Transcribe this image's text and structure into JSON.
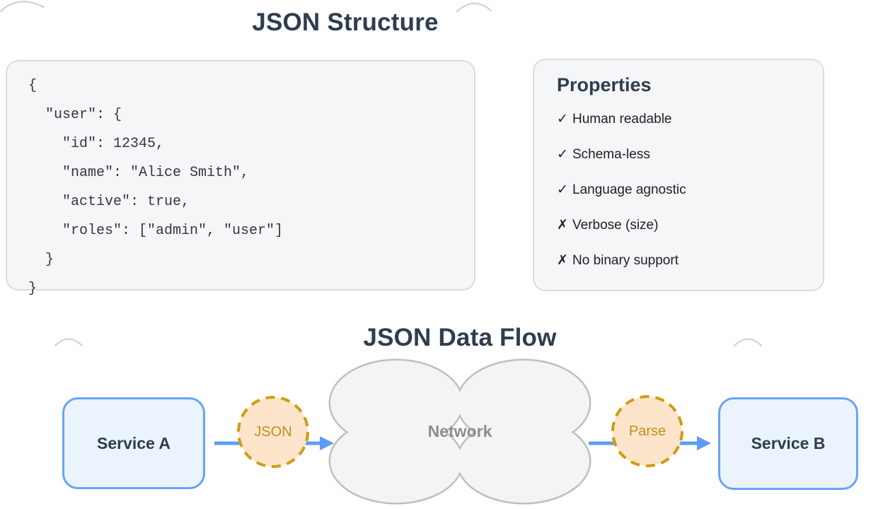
{
  "structure": {
    "title": "JSON Structure",
    "code": [
      "{",
      "  \"user\": {",
      "    \"id\": 12345,",
      "    \"name\": \"Alice Smith\",",
      "    \"active\": true,",
      "    \"roles\": [\"admin\", \"user\"]",
      "  }",
      "}"
    ]
  },
  "properties": {
    "title": "Properties",
    "items": [
      {
        "mark": "✓",
        "label": "Human readable"
      },
      {
        "mark": "✓",
        "label": "Schema-less"
      },
      {
        "mark": "✓",
        "label": "Language agnostic"
      },
      {
        "mark": "✗",
        "label": "Verbose (size)"
      },
      {
        "mark": "✗",
        "label": "No binary support"
      }
    ]
  },
  "flow": {
    "title": "JSON Data Flow",
    "service_a": {
      "label": "Service A"
    },
    "json_node": {
      "label": "JSON"
    },
    "network": {
      "label": "Network"
    },
    "parse_node": {
      "label": "Parse"
    },
    "service_b": {
      "label": "Service B"
    }
  },
  "colors": {
    "heading_navy": "#2e3d4f",
    "panel_background": "#f5f6f8",
    "panel_border": "#d8dde2",
    "service_fill": "#ebf3fc",
    "service_border": "#68a4f4",
    "arrow_blue": "#5b9cf6",
    "node_fill": "#fce5cb",
    "node_dash": "#d09c12",
    "node_text": "#bf9114",
    "cloud_fill": "#f4f4f5",
    "cloud_border": "#bfbfbf",
    "cloud_text": "#8d8d8d"
  }
}
